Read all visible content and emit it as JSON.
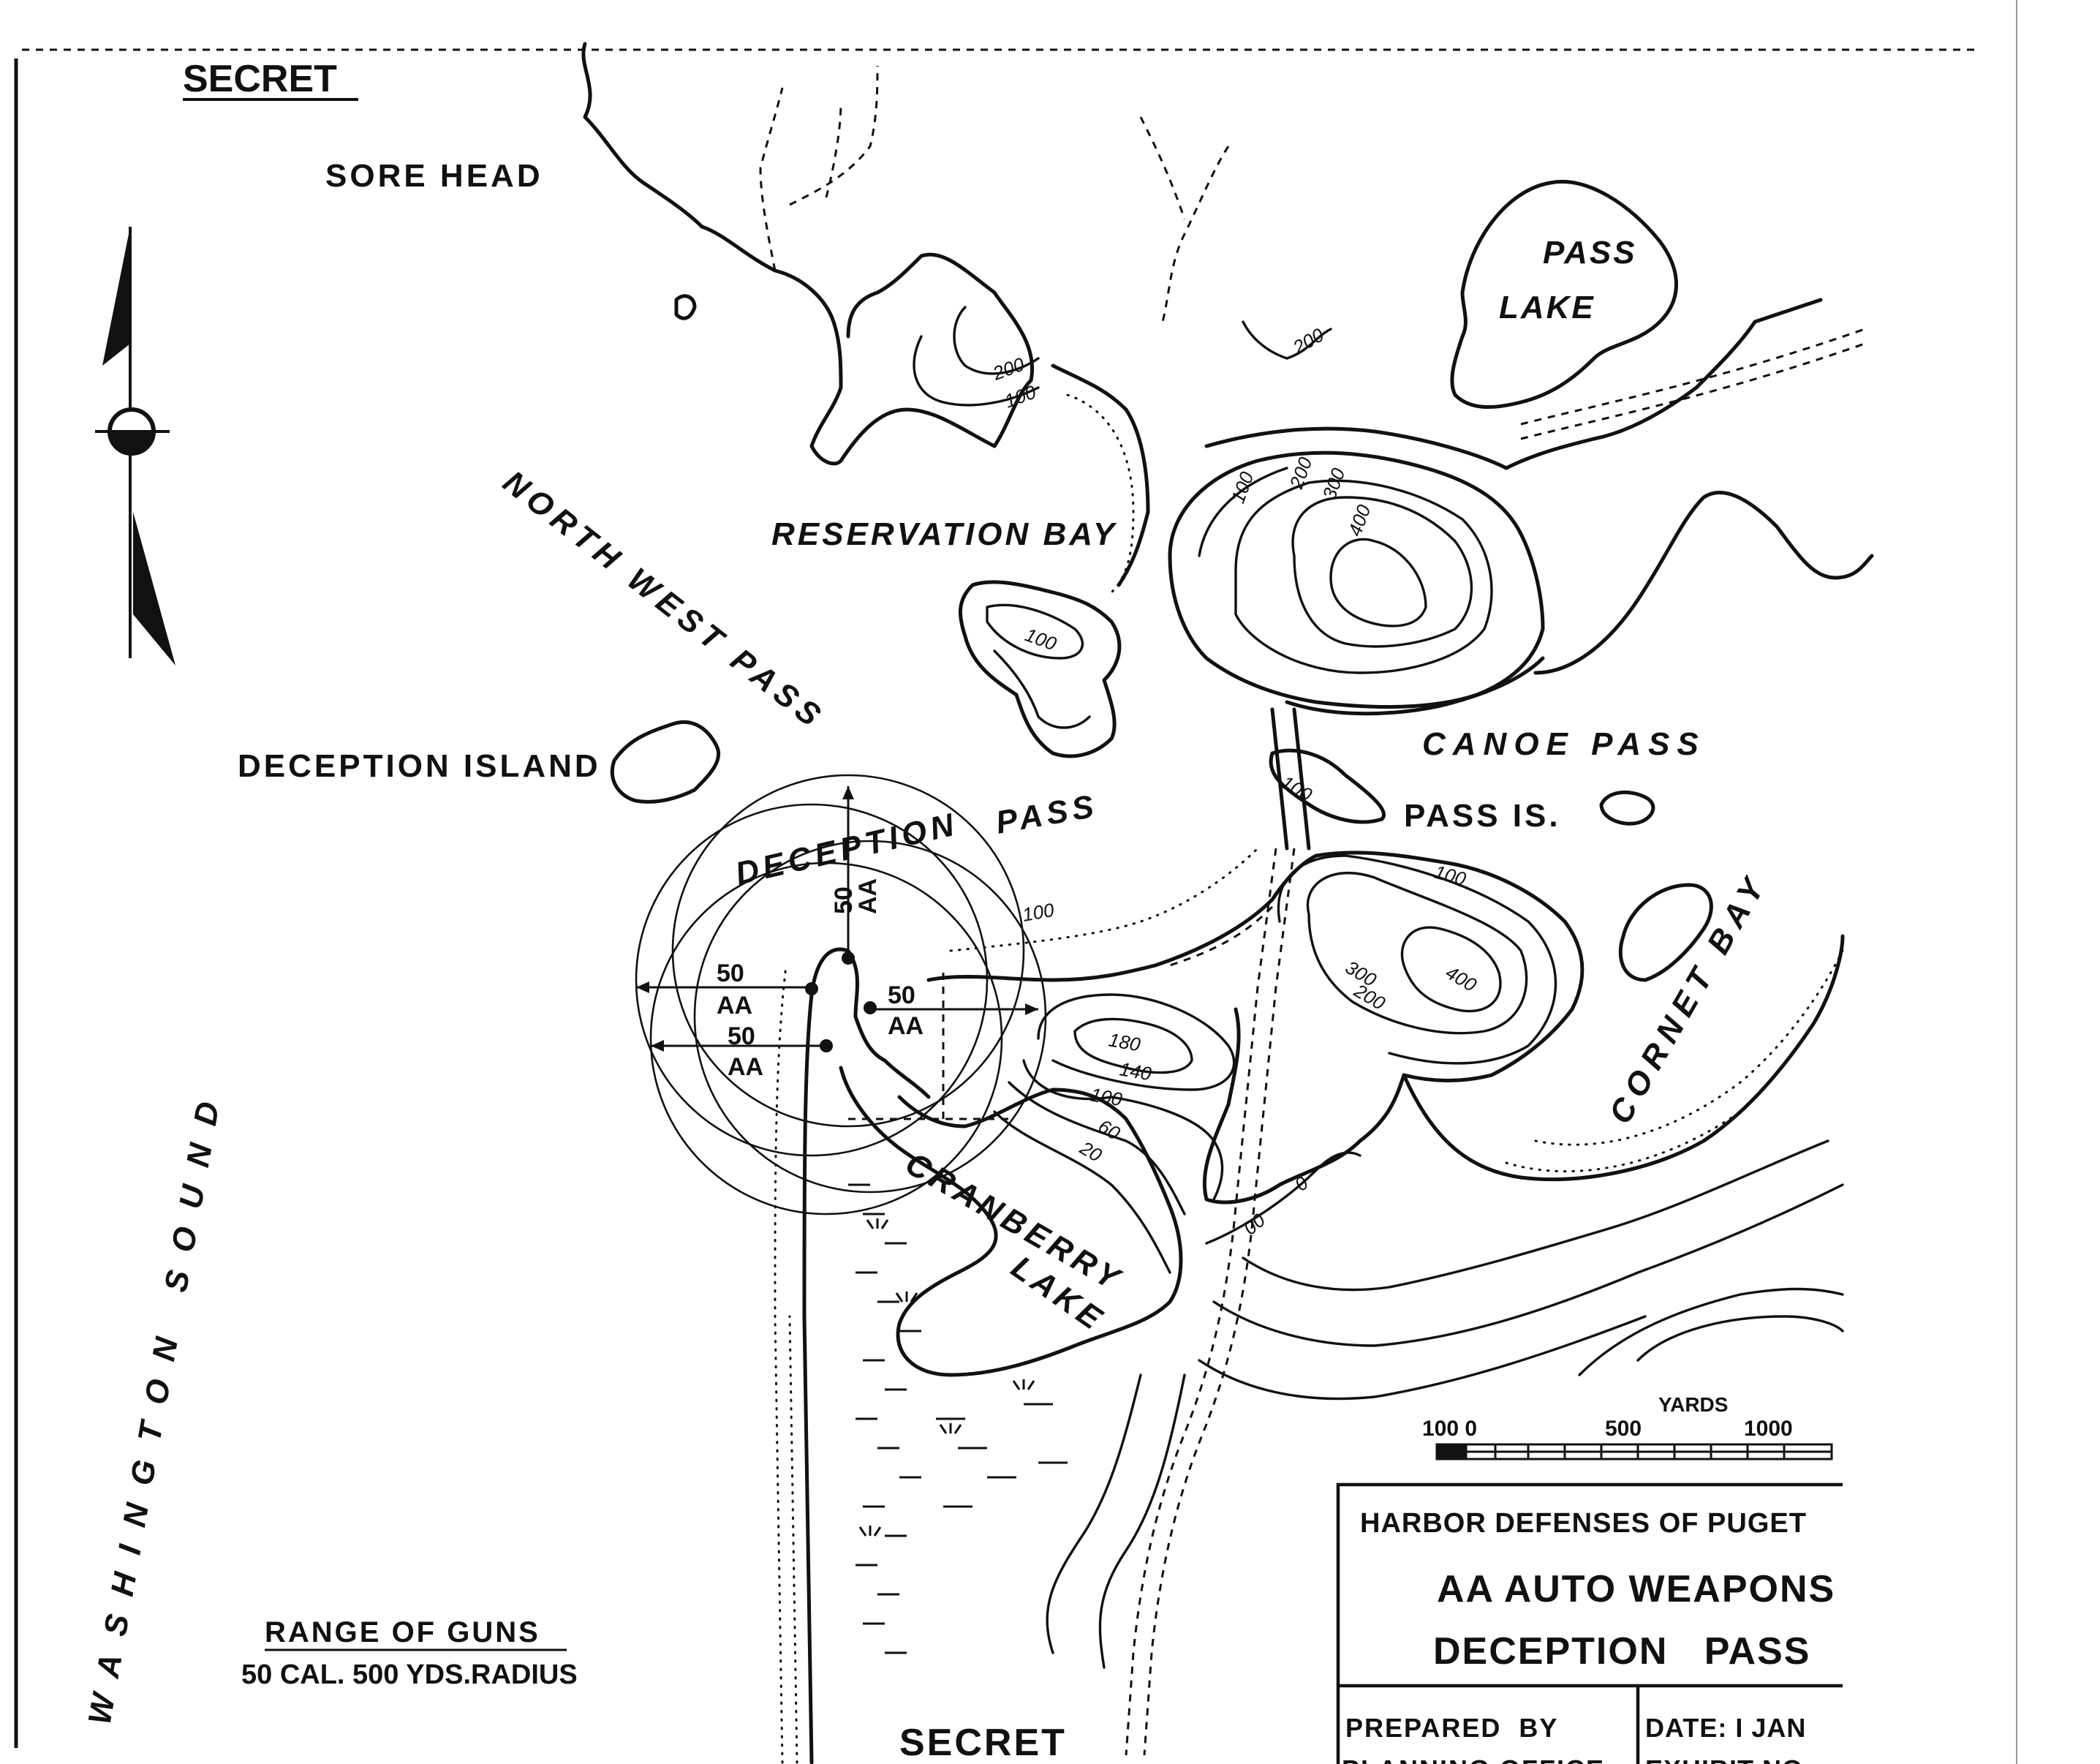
{
  "classification_top": "SECRET",
  "classification_bottom": "SECRET",
  "place_labels": {
    "sore_head": "SORE HEAD",
    "pass_lake_1": "PASS",
    "pass_lake_2": "LAKE",
    "reservation_bay": "RESERVATION BAY",
    "north_west_pass": "NORTH WEST PASS",
    "deception_island": "DECEPTION ISLAND",
    "pass": "PASS",
    "deception": "DECEPTION",
    "canoe_pass": "CANOE PASS",
    "pass_is": "PASS IS.",
    "cornet_bay": "CORNET BAY",
    "cranberry": "CRANBERRY",
    "lake": "LAKE",
    "washington_sound": "WASHINGTON SOUND"
  },
  "contour_labels": [
    "200",
    "100",
    "200",
    "100",
    "200",
    "300",
    "400",
    "100",
    "100",
    "100",
    "300",
    "200",
    "400",
    "180",
    "140",
    "100",
    "60",
    "20",
    "100",
    "00",
    "0"
  ],
  "gun_positions": [
    {
      "caliber": "50",
      "type": "AA"
    },
    {
      "caliber": "50",
      "type": "AA"
    },
    {
      "caliber": "50",
      "type": "AA"
    },
    {
      "caliber": "50",
      "type": "AA"
    }
  ],
  "legend": {
    "title": "RANGE OF GUNS",
    "text": "50 CAL. 500 YDS.RADIUS"
  },
  "scale_bar": {
    "unit": "YARDS",
    "ticks": [
      "100 0",
      "500",
      "1000"
    ]
  },
  "title_block": {
    "line1": "HARBOR DEFENSES OF PUGET",
    "line2": "AA AUTO WEAPONS",
    "line3": "DECEPTION   PASS",
    "prepared_label": "PREPARED  BY",
    "prepared_by": "PLANNING OFFICE",
    "date": "DATE: I JAN",
    "exhibit": "EXHIBIT NO"
  }
}
